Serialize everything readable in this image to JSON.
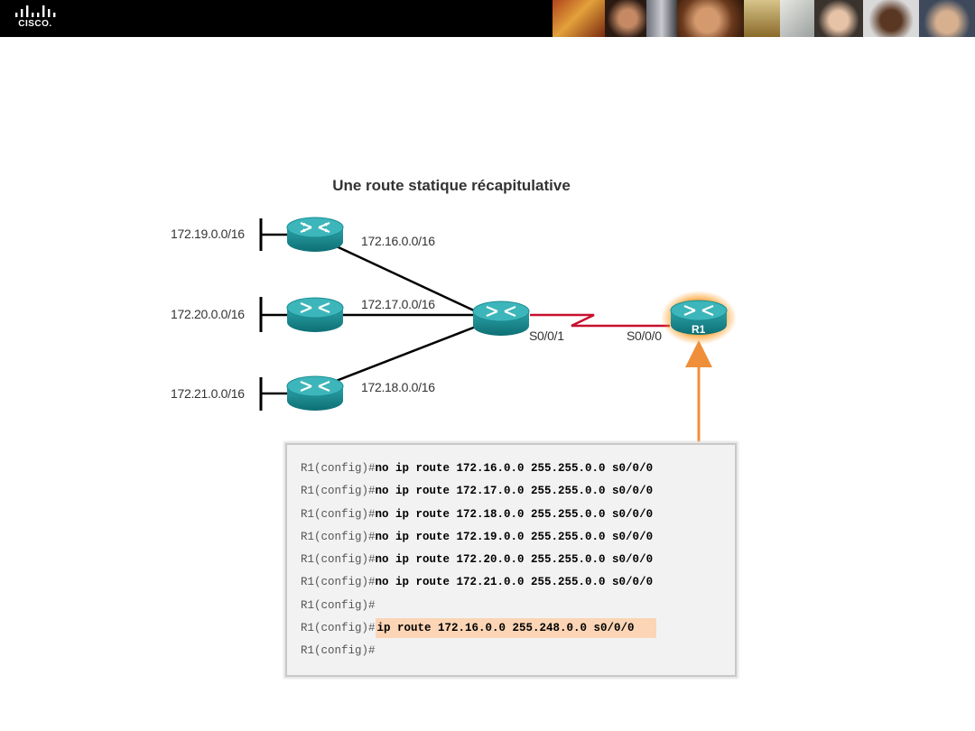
{
  "header": {
    "logo_text": "CISCO.",
    "photos": [
      "photo-1",
      "photo-2",
      "photo-3",
      "photo-4",
      "photo-5",
      "photo-6",
      "photo-7",
      "photo-8",
      "photo-9"
    ]
  },
  "diagram": {
    "title": "Une route statique récapitulative",
    "networks": [
      "172.19.0.0/16",
      "172.20.0.0/16",
      "172.21.0.0/16"
    ],
    "links": [
      "172.16.0.0/16",
      "172.17.0.0/16",
      "172.18.0.0/16"
    ],
    "ports": {
      "left": "S0/0/1",
      "right": "S0/0/0"
    },
    "router_name": "R1",
    "colors": {
      "router": "#1a8d92",
      "serial_link": "#c8102e",
      "highlight": "#f5a623",
      "arrow": "#ef8f3a"
    }
  },
  "cli": {
    "lines": [
      {
        "prompt": "R1(config)#",
        "cmd": "no ip route 172.16.0.0 255.255.0.0 s0/0/0",
        "highlight": false
      },
      {
        "prompt": "R1(config)#",
        "cmd": "no ip route 172.17.0.0 255.255.0.0 s0/0/0",
        "highlight": false
      },
      {
        "prompt": "R1(config)#",
        "cmd": "no ip route 172.18.0.0 255.255.0.0 s0/0/0",
        "highlight": false
      },
      {
        "prompt": "R1(config)#",
        "cmd": "no ip route 172.19.0.0 255.255.0.0 s0/0/0",
        "highlight": false
      },
      {
        "prompt": "R1(config)#",
        "cmd": "no ip route 172.20.0.0 255.255.0.0 s0/0/0",
        "highlight": false
      },
      {
        "prompt": "R1(config)#",
        "cmd": "no ip route 172.21.0.0 255.255.0.0 s0/0/0",
        "highlight": false
      },
      {
        "prompt": "R1(config)#",
        "cmd": "",
        "highlight": false
      },
      {
        "prompt": "R1(config)#",
        "cmd": "ip route 172.16.0.0 255.248.0.0 s0/0/0",
        "highlight": true
      },
      {
        "prompt": "R1(config)#",
        "cmd": "",
        "highlight": false
      }
    ]
  }
}
